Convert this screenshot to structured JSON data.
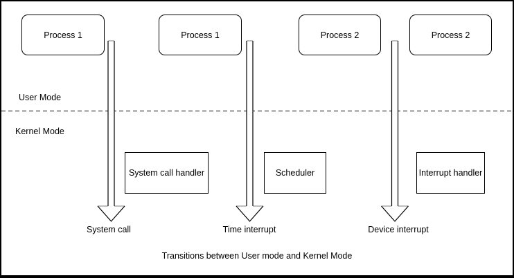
{
  "diagram": {
    "caption": "Transitions between User mode and Kernel Mode",
    "modes": {
      "user": "User Mode",
      "kernel": "Kernel Mode"
    },
    "process_boxes": [
      {
        "label": "Process 1"
      },
      {
        "label": "Process 1"
      },
      {
        "label": "Process 2"
      },
      {
        "label": "Process 2"
      }
    ],
    "kernel_boxes": [
      {
        "label": "System call handler"
      },
      {
        "label": "Scheduler"
      },
      {
        "label": "Interrupt handler"
      }
    ],
    "transitions": [
      {
        "label": "System call"
      },
      {
        "label": "Time interrupt"
      },
      {
        "label": "Device interrupt"
      }
    ],
    "colors": {
      "stroke": "#000000",
      "fill": "#ffffff",
      "arrow_back_edge": "#999999"
    }
  }
}
